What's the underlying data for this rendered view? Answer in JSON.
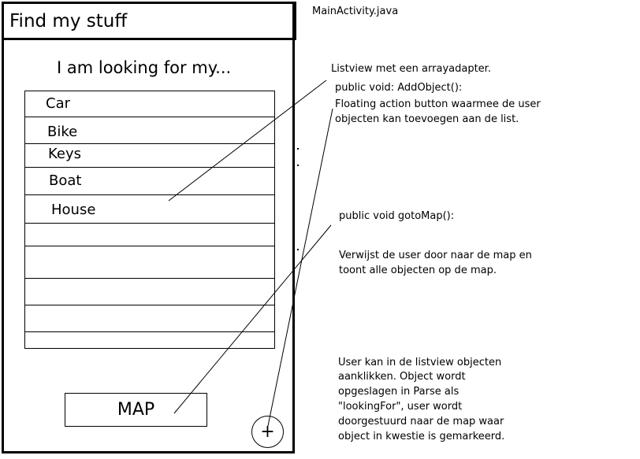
{
  "file_label": "MainActivity.java",
  "app": {
    "title": "Find my stuff",
    "subtitle": "I am looking for my...",
    "items": [
      "Car",
      "Bike",
      "Keys",
      "Boat",
      "House"
    ],
    "map_label": "MAP",
    "fab_label": "+"
  },
  "annotations": {
    "listview": "Listview met een arrayadapter.",
    "add_object_sig": "public void: AddObject():",
    "add_object_desc_1": "Floating action button waarmee de user",
    "add_object_desc_2": "objecten kan toevoegen aan de list.",
    "goto_map_sig": "public void gotoMap():",
    "goto_map_desc_1": "Verwijst de user door naar de map en",
    "goto_map_desc_2": "toont alle objecten op de map.",
    "click_1": "User kan in de listview objecten",
    "click_2": "aanklikken. Object wordt",
    "click_3": "opgeslagen in Parse als",
    "click_4": "\"lookingFor\", user wordt",
    "click_5": "doorgestuurd naar de map waar",
    "click_6": "object in kwestie is gemarkeerd."
  }
}
